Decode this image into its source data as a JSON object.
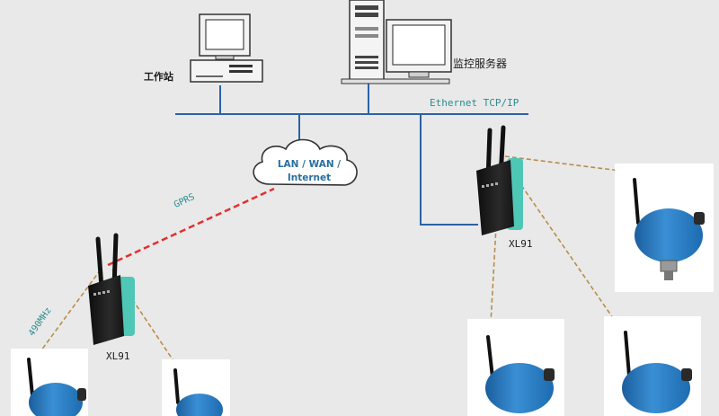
{
  "nodes": {
    "workstation": {
      "label": "工作站"
    },
    "monitor_server": {
      "label": "监控服务器"
    },
    "network": {
      "ethernet_label": "Ethernet TCP/IP",
      "cloud_line1": "LAN / WAN /",
      "cloud_line2": "Internet"
    },
    "gateway_left": {
      "label": "XL91"
    },
    "gateway_right": {
      "label": "XL91"
    }
  },
  "links": {
    "gprs_label": "GPRS",
    "radio_label": "490MHz"
  },
  "colors": {
    "background": "#e9e9e9",
    "bus_line": "#2b63a6",
    "gprs_link": "#e23030",
    "radio_link": "#b98d4a",
    "sensor_body": "#2d7ec4",
    "gateway_body": "#1c1c1c",
    "gateway_side": "#4fc7b6",
    "accent_text": "#2a8d8f"
  },
  "icons": [
    "workstation-icon",
    "server-icon",
    "cloud-icon",
    "gateway-icon",
    "wireless-sensor-icon"
  ]
}
